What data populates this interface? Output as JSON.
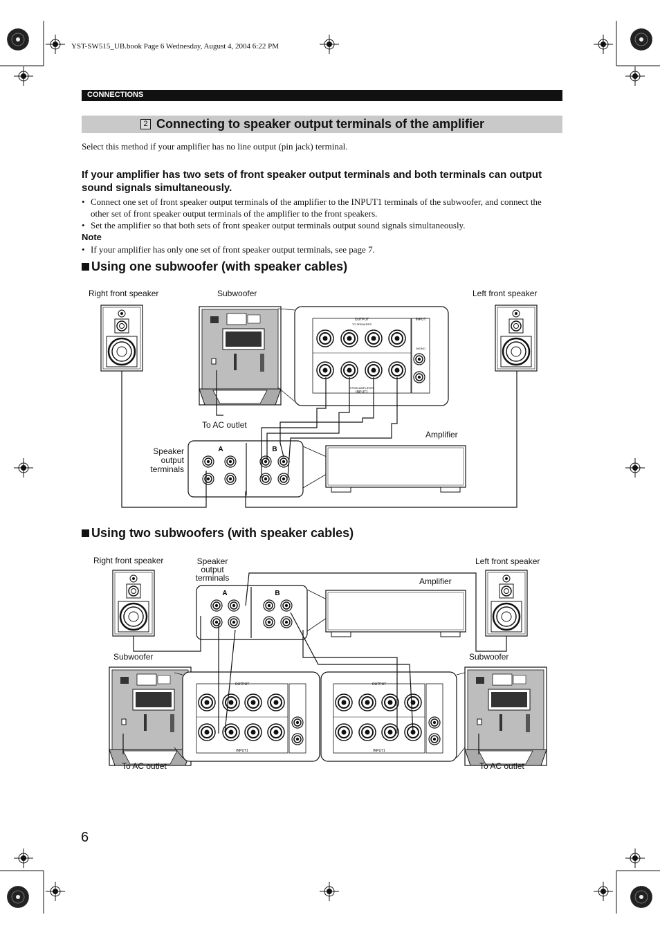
{
  "file_header": "YST-SW515_UB.book  Page 6  Wednesday, August 4, 2004  6:22 PM",
  "section_tab": "CONNECTIONS",
  "step_number": "2",
  "title": "Connecting to speaker output terminals of the amplifier",
  "intro": "Select this method if your amplifier has no line output (pin jack) terminal.",
  "subhead": "If your amplifier has two sets of front speaker output terminals and both terminals can output sound signals simultaneously.",
  "bullets": [
    "Connect one set of front speaker output terminals of the amplifier to the INPUT1 terminals of the subwoofer, and connect the other set of front speaker output terminals of the amplifier to the front speakers.",
    "Set the amplifier so that both sets of front speaker output terminals output sound signals simultaneously."
  ],
  "note_label": "Note",
  "note_bullet": "If your amplifier has only one set of front speaker output terminals, see page 7.",
  "section1": "Using one subwoofer (with speaker cables)",
  "section2": "Using two subwoofers (with speaker cables)",
  "diagram1": {
    "right_front_speaker": "Right front speaker",
    "subwoofer": "Subwoofer",
    "left_front_speaker": "Left front speaker",
    "to_ac_outlet": "To AC outlet",
    "amplifier": "Amplifier",
    "speaker_output_terminals": "Speaker output terminals",
    "terminal_a": "A",
    "terminal_b": "B"
  },
  "diagram2": {
    "right_front_speaker": "Right front speaker",
    "speaker_output_terminals": "Speaker output terminals",
    "left_front_speaker": "Left front speaker",
    "amplifier": "Amplifier",
    "subwoofer_left": "Subwoofer",
    "subwoofer_right": "Subwoofer",
    "to_ac_outlet_left": "To AC outlet",
    "to_ac_outlet_right": "To AC outlet"
  },
  "panel_labels": {
    "output": "OUTPUT",
    "to_speakers": "TO SPEAKERS",
    "input2": "INPUT 2",
    "mono": "/MONO",
    "from_amplifier": "FROM AMPLIFIER",
    "input1": "INPUT1"
  },
  "page_number": "6"
}
